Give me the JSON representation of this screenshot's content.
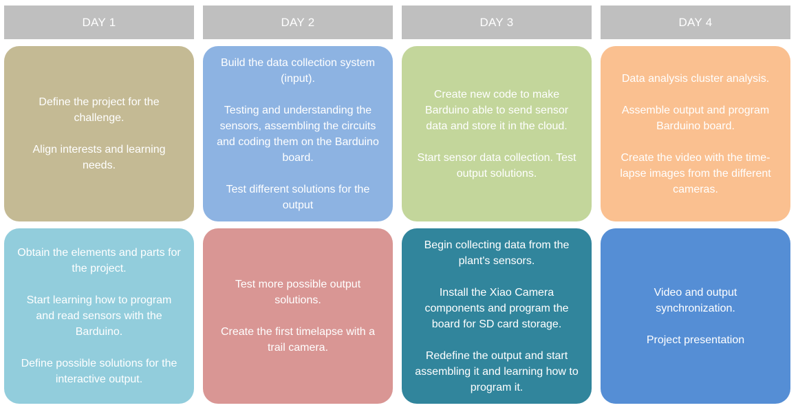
{
  "days": [
    {
      "header": "DAY 1",
      "cards": [
        {
          "color": "#c4ba94",
          "paragraphs": [
            "Define the project for the challenge.",
            "Align interests and learning needs."
          ]
        },
        {
          "color": "#92cddc",
          "paragraphs": [
            "Obtain the elements and parts for the project.",
            "Start learning how to program and read sensors with the Barduino.",
            "Define possible solutions for the interactive output."
          ]
        }
      ]
    },
    {
      "header": "DAY 2",
      "cards": [
        {
          "color": "#8db3e2",
          "paragraphs": [
            "Build the data collection system (input).",
            "Testing and understanding the sensors, assembling the circuits and coding them on the Barduino board.",
            "Test different solutions for the output"
          ]
        },
        {
          "color": "#d99694",
          "paragraphs": [
            "Test more possible output solutions.",
            "Create the first timelapse with a trail camera."
          ]
        }
      ]
    },
    {
      "header": "DAY 3",
      "cards": [
        {
          "color": "#c3d69b",
          "paragraphs": [
            "Create new code to make Barduino able to send sensor data and store it in the cloud.",
            "Start sensor data collection. Test output solutions."
          ]
        },
        {
          "color": "#31859c",
          "paragraphs": [
            "Begin collecting data from the plant's sensors.",
            "Install the Xiao Camera components and program the board for SD card storage.",
            "Redefine the output and start assembling it and learning how to program it."
          ]
        }
      ]
    },
    {
      "header": "DAY 4",
      "cards": [
        {
          "color": "#fac090",
          "paragraphs": [
            "Data analysis cluster analysis.",
            "Assemble output and program Barduino board.",
            "Create the video with the time-lapse images from the different cameras."
          ]
        },
        {
          "color": "#558ed5",
          "paragraphs": [
            "Video and output synchronization.",
            "Project presentation"
          ]
        }
      ]
    }
  ],
  "colors": {
    "header_bg": "#bfbfbf",
    "text": "#ffffff"
  }
}
